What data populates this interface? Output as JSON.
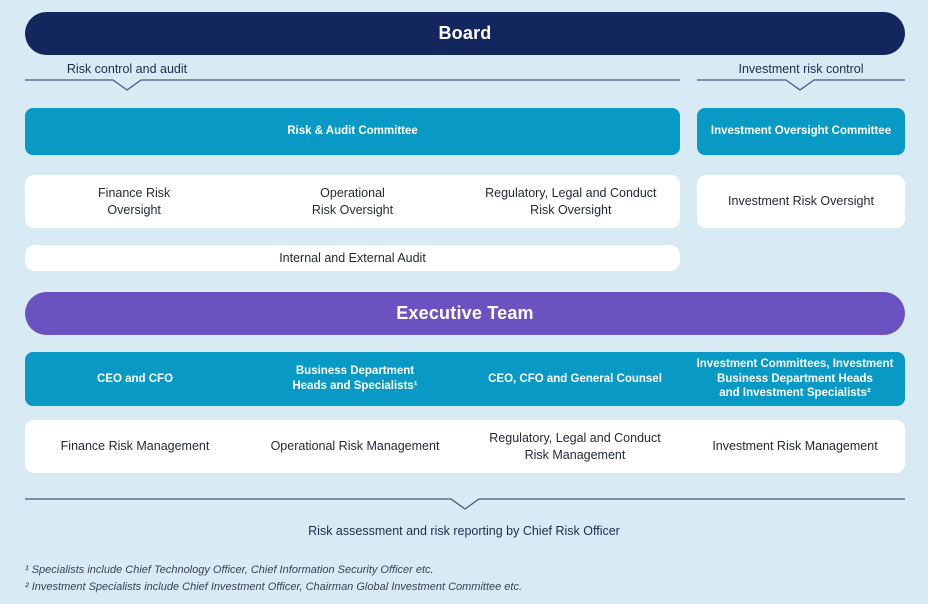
{
  "colors": {
    "navy": "#13275e",
    "teal": "#0899c4",
    "purple": "#6a53c0",
    "background": "#d8eaf3",
    "line": "#44597c",
    "text_dark": "#232936",
    "label_text": "#1c2c4f",
    "footnote_text": "#3a4254"
  },
  "board": {
    "title": "Board"
  },
  "flow_labels": {
    "left": "Risk control and audit",
    "right": "Investment risk control"
  },
  "committees": {
    "risk_audit": "Risk & Audit Committee",
    "investment_oversight": "Investment Oversight Committee"
  },
  "oversight": {
    "columns": [
      "Finance Risk\nOversight",
      "Operational\nRisk Oversight",
      "Regulatory, Legal and Conduct\nRisk Oversight"
    ],
    "investment": "Investment Risk Oversight",
    "audit": "Internal and External Audit"
  },
  "executive": {
    "title": "Executive Team",
    "columns": [
      "CEO and CFO",
      "Business Department\nHeads and Specialists¹",
      "CEO, CFO and General Counsel",
      "Investment Committees, Investment\nBusiness Department Heads\nand Investment Specialists²"
    ]
  },
  "management": {
    "columns": [
      "Finance Risk Management",
      "Operational Risk Management",
      "Regulatory, Legal and Conduct\nRisk Management",
      "Investment Risk Management"
    ]
  },
  "cro_label": "Risk assessment and risk reporting by Chief Risk Officer",
  "footnotes": [
    "¹ Specialists include Chief Technology Officer, Chief Information Security Officer etc.",
    "² Investment Specialists include Chief Investment Officer, Chairman Global Investment Committee etc."
  ]
}
